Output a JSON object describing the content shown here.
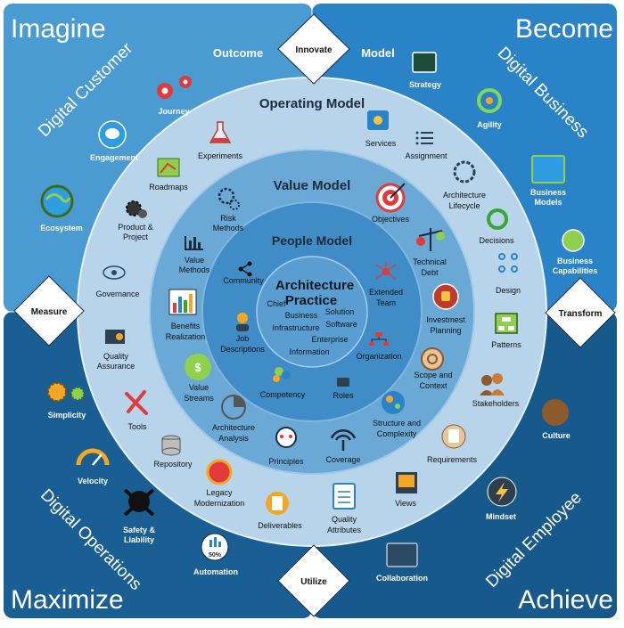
{
  "corners": {
    "top_left": "Imagine",
    "top_right": "Become",
    "bottom_left": "Maximize",
    "bottom_right": "Achieve"
  },
  "quadrants": {
    "top_left": "Digital Customer",
    "top_right": "Digital Business",
    "bottom_left": "Digital Operations",
    "bottom_right": "Digital Employee"
  },
  "diamonds": {
    "top": "Innovate",
    "left": "Measure",
    "right": "Transform",
    "bottom": "Utilize"
  },
  "top_labels": {
    "left": "Outcome",
    "right": "Model"
  },
  "rings": {
    "operating": "Operating Model",
    "value": "Value Model",
    "people": "People Model"
  },
  "center": {
    "title_line1": "Architecture",
    "title_line2": "Practice",
    "words": {
      "chief": "Chief",
      "business": "Business",
      "solution": "Solution",
      "infrastructure": "Infrastructure",
      "software": "Software",
      "enterprise": "Enterprise",
      "information": "Information"
    }
  },
  "outer_items": {
    "strategy": "Strategy",
    "agility": "Agility",
    "business_models": [
      "Business",
      "Models"
    ],
    "business_capabilities": [
      "Business",
      "Capabilities"
    ],
    "culture": "Culture",
    "mindset": "Mindset",
    "collaboration": "Collaboration",
    "automation": "Automation",
    "automation_badge": "50%",
    "safety": [
      "Safety &",
      "Liability"
    ],
    "velocity": "Velocity",
    "simplicity": "Simplicity",
    "ecosystem": "Ecosystem",
    "engagement": "Engagement",
    "journey": "Journey"
  },
  "operating_items": {
    "experiments": "Experiments",
    "roadmaps": "Roadmaps",
    "product_project": [
      "Product &",
      "Project"
    ],
    "governance": "Governance",
    "quality_assurance": [
      "Quality",
      "Assurance"
    ],
    "tools": "Tools",
    "repository": "Repository",
    "legacy_modernization": [
      "Legacy",
      "Modernization"
    ],
    "deliverables": "Deliverables",
    "quality_attributes": [
      "Quality",
      "Attributes"
    ],
    "views": "Views",
    "requirements": "Requirements",
    "stakeholders": "Stakeholders",
    "patterns": "Patterns",
    "design": "Design",
    "decisions": "Decisions",
    "architecture_lifecycle": [
      "Architecture",
      "Lifecycle"
    ],
    "assignment": "Assignment",
    "services": "Services"
  },
  "value_items": {
    "risk_methods": [
      "Risk",
      "Methods"
    ],
    "value_methods": [
      "Value",
      "Methods"
    ],
    "benefits_realization": [
      "Benefits",
      "Realization"
    ],
    "value_streams": [
      "Value",
      "Streams"
    ],
    "architecture_analysis": [
      "Architecture",
      "Analysis"
    ],
    "principles": "Principles",
    "coverage": "Coverage",
    "structure_complexity": [
      "Structure and",
      "Complexity"
    ],
    "scope_context": [
      "Scope and",
      "Context"
    ],
    "investment_planning": [
      "Investmest",
      "Planning"
    ],
    "technical_debt": [
      "Technical",
      "Debt"
    ],
    "objectives": "Objectives"
  },
  "people_items": {
    "community": "Community",
    "job_descriptions": [
      "Job",
      "Descriptions"
    ],
    "competency": "Competency",
    "roles": "Roles",
    "organization": "Organization",
    "extended_team": [
      "Extended",
      "Team"
    ]
  },
  "colors": {
    "quad_top_left": "#4a9bd1",
    "quad_top_right": "#2a83c6",
    "quad_bottom_left": "#1a5f93",
    "quad_bottom_right": "#18598c",
    "ring_operating": "#b7d4ea",
    "ring_value": "#6aa8d6",
    "ring_people": "#3f8cc7",
    "ring_core": "#5a9dd0"
  }
}
